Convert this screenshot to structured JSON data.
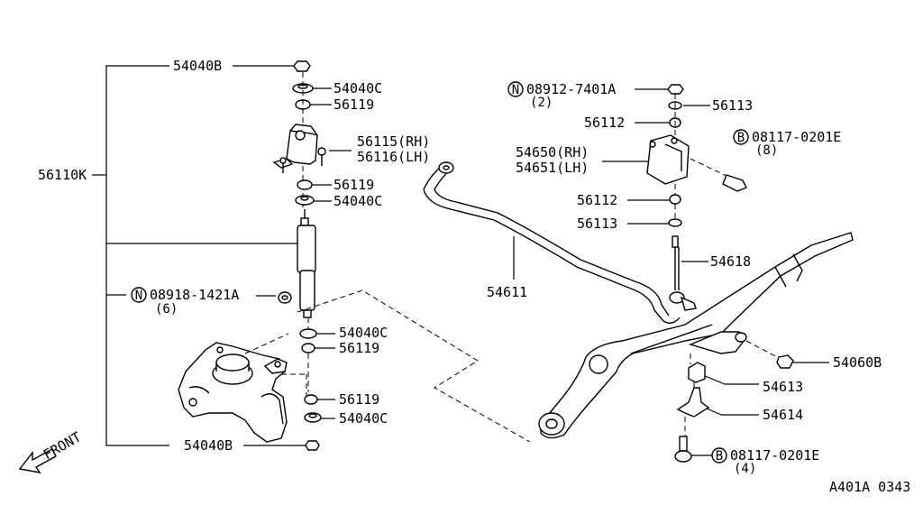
{
  "labels": {
    "p54040B_top": "54040B",
    "p54040C_1": "54040C",
    "p56119_1": "56119",
    "p56115": "56115(RH)",
    "p56116": "56116(LH)",
    "p56110K": "56110K",
    "p56119_2": "56119",
    "p54040C_2": "54040C",
    "n08918": "08918-1421A",
    "n08918_qty": "(6)",
    "p54040C_3": "54040C",
    "p56119_3": "56119",
    "p56119_4": "56119",
    "p54040C_4": "54040C",
    "p54040B_bot": "54040B",
    "n08912": "08912-7401A",
    "n08912_qty": "(2)",
    "p56113_1": "56113",
    "p56112_1": "56112",
    "b08117_1": "08117-0201E",
    "b08117_1_qty": "(8)",
    "p54650": "54650(RH)",
    "p54651": "54651(LH)",
    "p56112_2": "56112",
    "p56113_2": "56113",
    "p54618": "54618",
    "p54611": "54611",
    "p54060B": "54060B",
    "p54613": "54613",
    "p54614": "54614",
    "b08117_2": "08117-0201E",
    "b08117_2_qty": "(4)",
    "front": "FRONT",
    "diagram_id": "A401A 0343",
    "circle_N": "N",
    "circle_B": "B"
  }
}
